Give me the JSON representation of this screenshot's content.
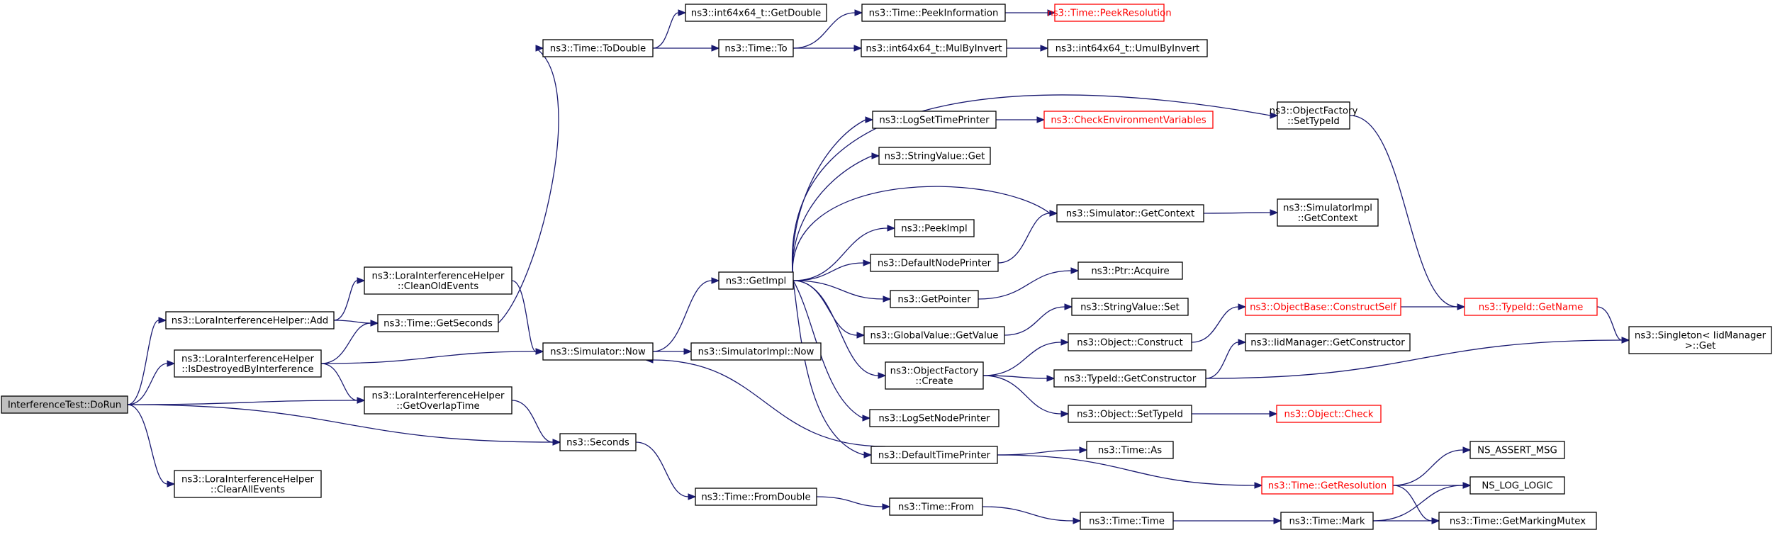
{
  "colors": {
    "edge": "#191970",
    "root_fill": "#bfbfbf",
    "missing_border": "#ff0000"
  },
  "nodes": {
    "n_dorun": {
      "lines": [
        "InterferenceTest::DoRun"
      ]
    },
    "n_add": {
      "lines": [
        "ns3::LoraInterferenceHelper::Add"
      ]
    },
    "n_isdestroyed": {
      "lines": [
        "ns3::LoraInterferenceHelper",
        "::IsDestroyedByInterference"
      ]
    },
    "n_clearall": {
      "lines": [
        "ns3::LoraInterferenceHelper",
        "::ClearAllEvents"
      ]
    },
    "n_cleanold": {
      "lines": [
        "ns3::LoraInterferenceHelper",
        "::CleanOldEvents"
      ]
    },
    "n_getseconds": {
      "lines": [
        "ns3::Time::GetSeconds"
      ]
    },
    "n_getoverlap": {
      "lines": [
        "ns3::LoraInterferenceHelper",
        "::GetOverlapTime"
      ]
    },
    "n_now": {
      "lines": [
        "ns3::Simulator::Now"
      ]
    },
    "n_seconds": {
      "lines": [
        "ns3::Seconds"
      ]
    },
    "n_todouble": {
      "lines": [
        "ns3::Time::ToDouble"
      ]
    },
    "n_getdouble": {
      "lines": [
        "ns3::int64x64_t::GetDouble"
      ]
    },
    "n_to": {
      "lines": [
        "ns3::Time::To"
      ]
    },
    "n_peekinfo": {
      "lines": [
        "ns3::Time::PeekInformation"
      ]
    },
    "n_peekres": {
      "lines": [
        "ns3::Time::PeekResolution"
      ]
    },
    "n_mulbyinvert": {
      "lines": [
        "ns3::int64x64_t::MulByInvert"
      ]
    },
    "n_umulbyinvert": {
      "lines": [
        "ns3::int64x64_t::UmulByInvert"
      ]
    },
    "n_getimpl": {
      "lines": [
        "ns3::GetImpl"
      ]
    },
    "n_implnow": {
      "lines": [
        "ns3::SimulatorImpl::Now"
      ]
    },
    "n_fromdouble": {
      "lines": [
        "ns3::Time::FromDouble"
      ]
    },
    "n_from": {
      "lines": [
        "ns3::Time::From"
      ]
    },
    "n_time": {
      "lines": [
        "ns3::Time::Time"
      ]
    },
    "n_mark": {
      "lines": [
        "ns3::Time::Mark"
      ]
    },
    "n_getmarkingmutex": {
      "lines": [
        "ns3::Time::GetMarkingMutex"
      ]
    },
    "n_nslog": {
      "lines": [
        "NS_LOG_LOGIC"
      ]
    },
    "n_nsassert": {
      "lines": [
        "NS_ASSERT_MSG"
      ]
    },
    "n_getresolution": {
      "lines": [
        "ns3::Time::GetResolution"
      ]
    },
    "n_logsettime": {
      "lines": [
        "ns3::LogSetTimePrinter"
      ]
    },
    "n_checkenv": {
      "lines": [
        "ns3::CheckEnvironmentVariables"
      ]
    },
    "n_stringget": {
      "lines": [
        "ns3::StringValue::Get"
      ]
    },
    "n_peekimpl": {
      "lines": [
        "ns3::PeekImpl"
      ]
    },
    "n_defnodeprinter": {
      "lines": [
        "ns3::DefaultNodePrinter"
      ]
    },
    "n_getpointer": {
      "lines": [
        "ns3::GetPointer"
      ]
    },
    "n_globalgetvalue": {
      "lines": [
        "ns3::GlobalValue::GetValue"
      ]
    },
    "n_ofcreate": {
      "lines": [
        "ns3::ObjectFactory",
        "::Create"
      ]
    },
    "n_logsetnode": {
      "lines": [
        "ns3::LogSetNodePrinter"
      ]
    },
    "n_deftimeprinter": {
      "lines": [
        "ns3::DefaultTimePrinter"
      ]
    },
    "n_ofsettypeid": {
      "lines": [
        "ns3::ObjectFactory",
        "::SetTypeId"
      ]
    },
    "n_simgetcontext": {
      "lines": [
        "ns3::Simulator::GetContext"
      ]
    },
    "n_implgetcontext": {
      "lines": [
        "ns3::SimulatorImpl",
        "::GetContext"
      ]
    },
    "n_ptracquire": {
      "lines": [
        "ns3::Ptr::Acquire"
      ]
    },
    "n_stringset": {
      "lines": [
        "ns3::StringValue::Set"
      ]
    },
    "n_objconstruct": {
      "lines": [
        "ns3::Object::Construct"
      ]
    },
    "n_typeidgetctor": {
      "lines": [
        "ns3::TypeId::GetConstructor"
      ]
    },
    "n_objsettypeid": {
      "lines": [
        "ns3::Object::SetTypeId"
      ]
    },
    "n_timeas": {
      "lines": [
        "ns3::Time::As"
      ]
    },
    "n_constructself": {
      "lines": [
        "ns3::ObjectBase::ConstructSelf"
      ]
    },
    "n_iidgetctor": {
      "lines": [
        "ns3::IidManager::GetConstructor"
      ]
    },
    "n_objcheck": {
      "lines": [
        "ns3::Object::Check"
      ]
    },
    "n_typeidgetname": {
      "lines": [
        "ns3::TypeId::GetName"
      ]
    },
    "n_singletonget": {
      "lines": [
        "ns3::Singleton< IidManager",
        " >::Get"
      ]
    }
  }
}
